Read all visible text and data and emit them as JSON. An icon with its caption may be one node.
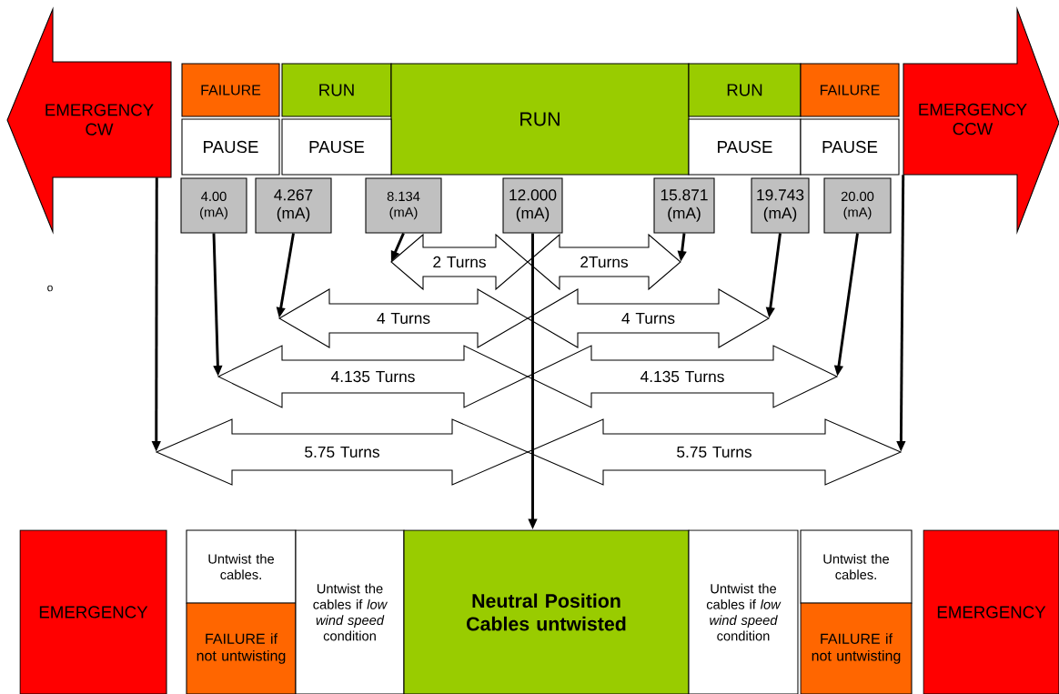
{
  "diagram": {
    "nodes": [
      {
        "text": [
          "EMERGENCY CW"
        ]
      },
      {
        "text": [
          "FAILURE"
        ]
      },
      {
        "text": [
          "RUN"
        ]
      },
      {
        "text": [
          "RUN"
        ]
      },
      {
        "text": [
          "RUN"
        ]
      },
      {
        "text": [
          "FAILURE"
        ]
      },
      {
        "text": [
          "EMERGENCY CCW"
        ]
      },
      {
        "text": [
          "PAUSE"
        ]
      },
      {
        "text": [
          "PAUSE"
        ]
      },
      {
        "text": [
          "PAUSE"
        ]
      },
      {
        "text": [
          "PAUSE"
        ]
      },
      {
        "text": [
          "4.00 (mA)"
        ]
      },
      {
        "text": [
          "4.267 (mA)"
        ]
      },
      {
        "text": [
          "8.134 (mA)"
        ]
      },
      {
        "text": [
          "12.000 (mA)"
        ]
      },
      {
        "text": [
          "15.871 (mA)"
        ]
      },
      {
        "text": [
          "19.743 (mA)"
        ]
      },
      {
        "text": [
          "20.00 (mA)"
        ]
      },
      {
        "text": [
          "2 Turns"
        ]
      },
      {
        "text": [
          "2Turns"
        ]
      },
      {
        "text": [
          "4 Turns"
        ]
      },
      {
        "text": [
          "4 Turns"
        ]
      },
      {
        "text": [
          "4.135 Turns"
        ]
      },
      {
        "text": [
          "4.135 Turns"
        ]
      },
      {
        "text": [
          "5.75 Turns"
        ]
      },
      {
        "text": [
          "5.75 Turns"
        ]
      },
      {
        "text": [
          "EMERGENCY"
        ]
      },
      {
        "text": [
          "Untwist the cables."
        ]
      },
      {
        "text": [
          "FAILURE if not untwisting"
        ]
      },
      {
        "text": [
          "Untwist the cables if *low wind speed* condition"
        ]
      },
      {
        "text": [
          "Neutral Position Cables untwisted"
        ]
      },
      {
        "text": [
          "Untwist the cables if *low wind speed* condition"
        ]
      },
      {
        "text": [
          "Untwist the cables."
        ]
      },
      {
        "text": [
          "FAILURE if not untwisting"
        ]
      },
      {
        "text": [
          "EMERGENCY"
        ]
      }
    ],
    "edges": [
      {
        "from": 0,
        "to": 24,
        "arrow": "to"
      },
      {
        "from": 11,
        "to": 22,
        "arrow": "to"
      },
      {
        "from": 12,
        "to": 20,
        "arrow": "to"
      },
      {
        "from": 13,
        "to": 18,
        "arrow": "to"
      },
      {
        "from": 14,
        "to": 30,
        "arrow": "to"
      },
      {
        "from": 15,
        "to": 19,
        "arrow": "to"
      },
      {
        "from": 16,
        "to": 21,
        "arrow": "to"
      },
      {
        "from": 17,
        "to": 23,
        "arrow": "to"
      },
      {
        "from": 6,
        "to": 25,
        "arrow": "to"
      }
    ],
    "labels": [
      "o"
    ]
  }
}
